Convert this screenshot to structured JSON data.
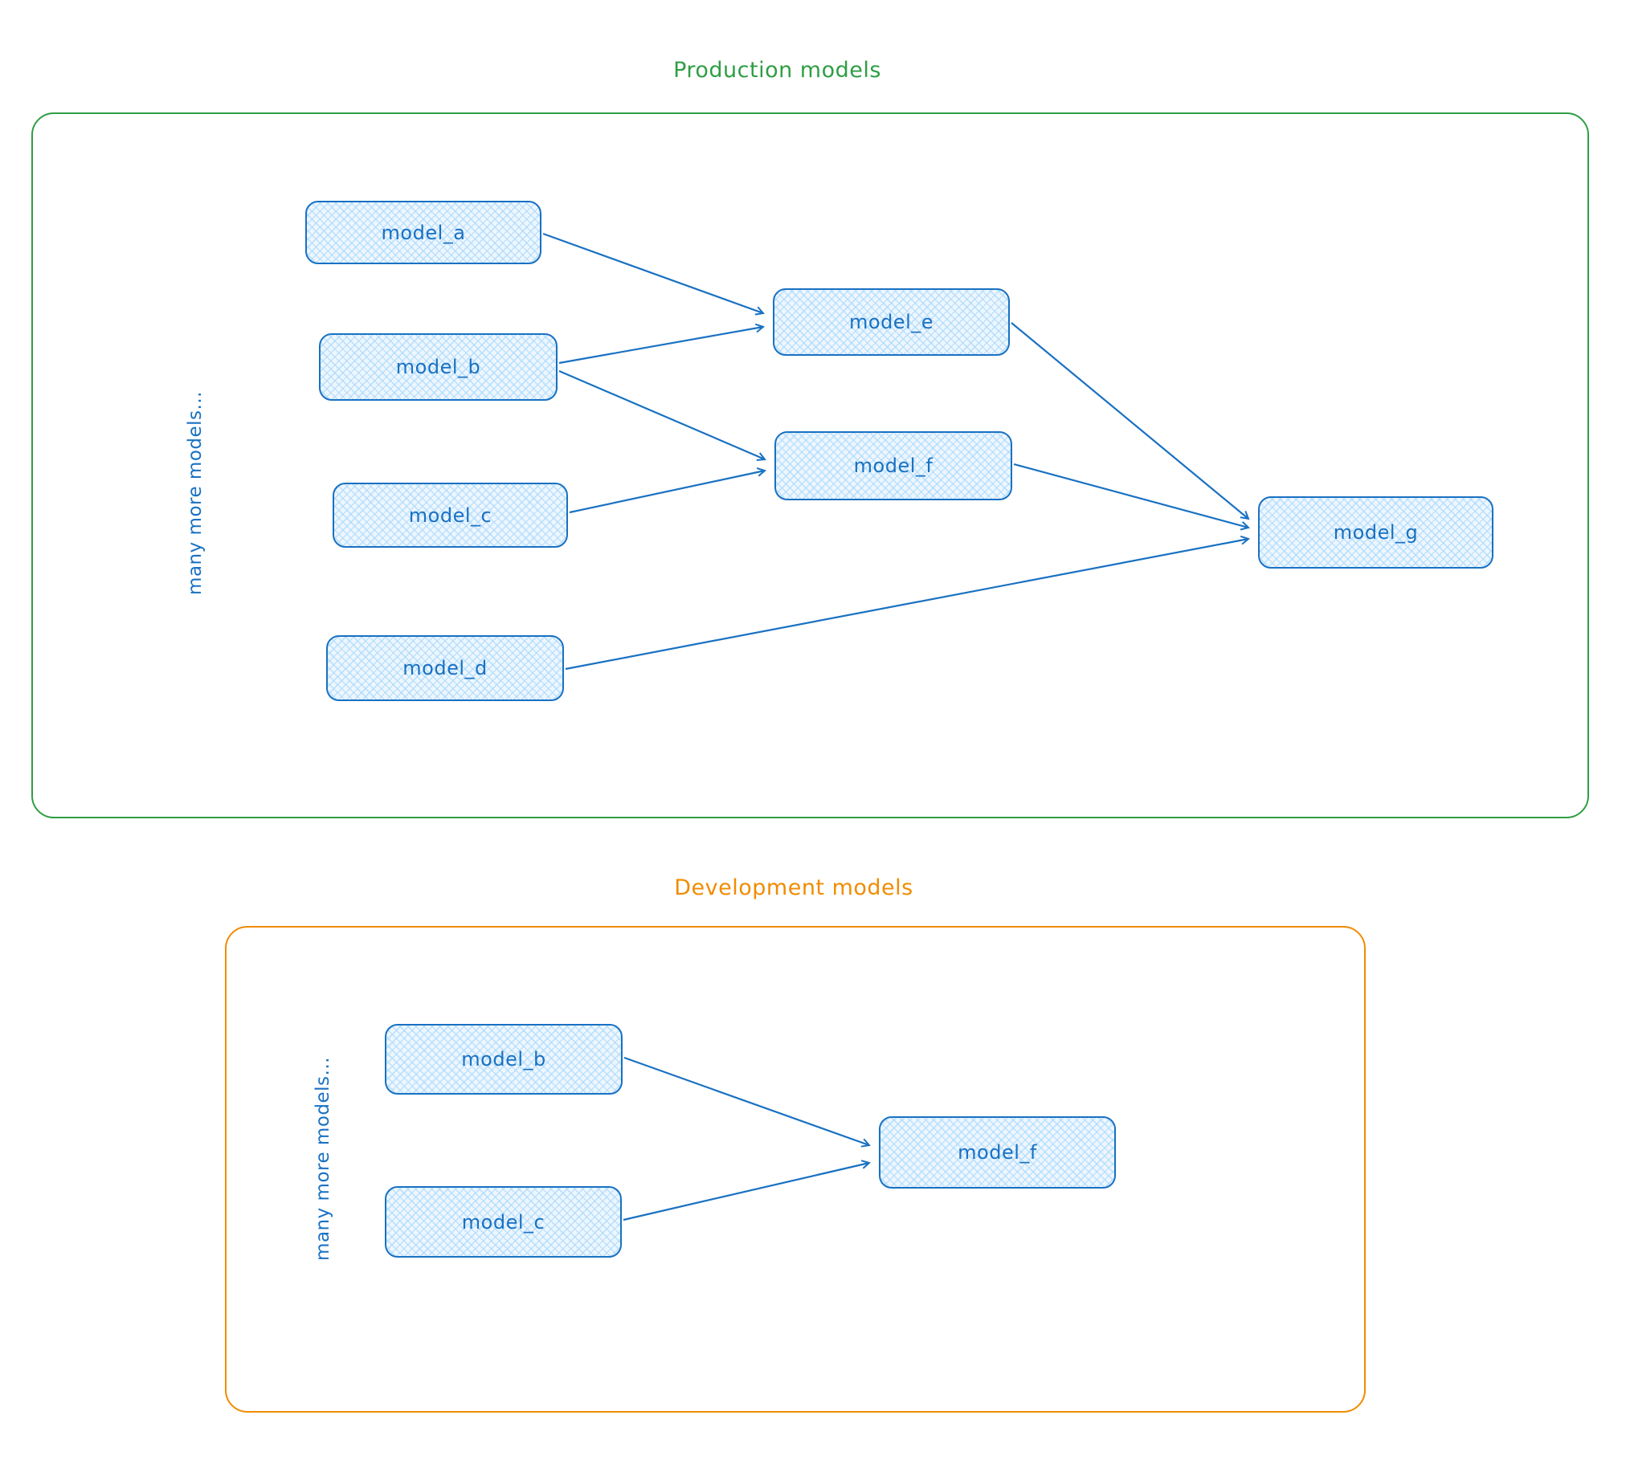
{
  "production": {
    "title": "Production models",
    "side_label": "many more models...",
    "nodes": [
      {
        "label": "model_a"
      },
      {
        "label": "model_b"
      },
      {
        "label": "model_c"
      },
      {
        "label": "model_d"
      },
      {
        "label": "model_e"
      },
      {
        "label": "model_f"
      },
      {
        "label": "model_g"
      }
    ],
    "edges": [
      {
        "from": "model_a",
        "to": "model_e"
      },
      {
        "from": "model_b",
        "to": "model_e"
      },
      {
        "from": "model_b",
        "to": "model_f"
      },
      {
        "from": "model_c",
        "to": "model_f"
      },
      {
        "from": "model_d",
        "to": "model_g"
      },
      {
        "from": "model_e",
        "to": "model_g"
      },
      {
        "from": "model_f",
        "to": "model_g"
      }
    ]
  },
  "development": {
    "title": "Development models",
    "side_label": "many more models...",
    "nodes": [
      {
        "label": "model_b"
      },
      {
        "label": "model_c"
      },
      {
        "label": "model_f"
      }
    ],
    "edges": [
      {
        "from": "model_b",
        "to": "model_f"
      },
      {
        "from": "model_c",
        "to": "model_f"
      }
    ]
  },
  "colors": {
    "production_accent": "#2f9e44",
    "development_accent": "#f08c00",
    "node_stroke": "#1971c2",
    "node_fill": "#eef6fd",
    "arrow": "#1971c2"
  }
}
